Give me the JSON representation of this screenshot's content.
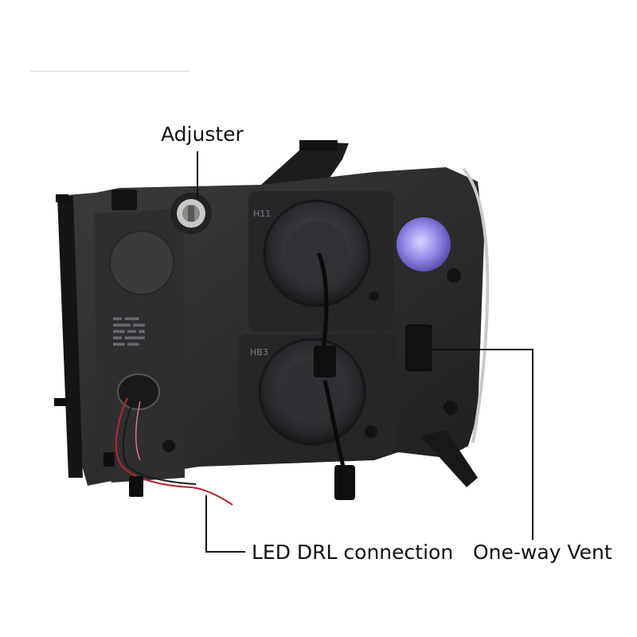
{
  "image": {
    "subject": "headlight-rear-view",
    "background_color": "#ffffff",
    "housing_color": "#2a2a2c"
  },
  "callouts": {
    "adjuster": "Adjuster",
    "drl": "LED DRL connection",
    "vent": "One-way Vent"
  },
  "bulb_labels": {
    "high": "H11",
    "low": "HB3"
  }
}
